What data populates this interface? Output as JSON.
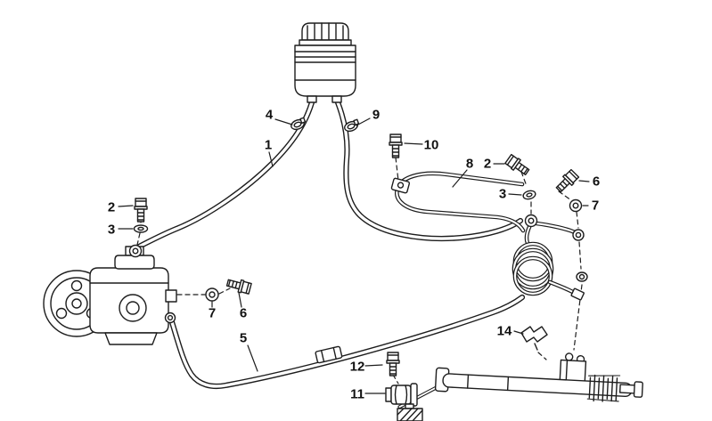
{
  "diagram": {
    "type": "exploded-parts-diagram",
    "description": "Power steering fluid lines with reservoir, pump, cooler coil and steering rack",
    "background_color": "#ffffff",
    "line_color": "#1d1d1d"
  },
  "callouts": [
    {
      "label": "4"
    },
    {
      "label": "9"
    },
    {
      "label": "1"
    },
    {
      "label": "10"
    },
    {
      "label": "8"
    },
    {
      "label": "2"
    },
    {
      "label": "6"
    },
    {
      "label": "3"
    },
    {
      "label": "7"
    },
    {
      "label": "2"
    },
    {
      "label": "3"
    },
    {
      "label": "7"
    },
    {
      "label": "6"
    },
    {
      "label": "5"
    },
    {
      "label": "14"
    },
    {
      "label": "12"
    },
    {
      "label": "11"
    }
  ]
}
